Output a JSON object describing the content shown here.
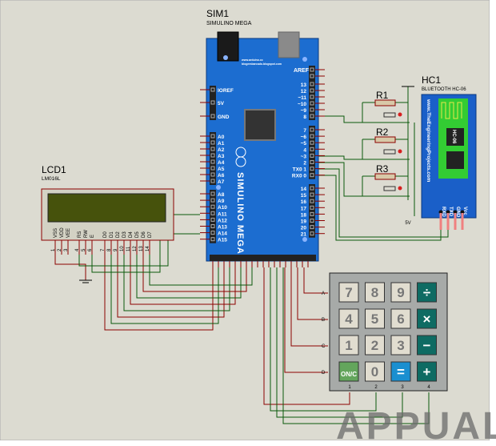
{
  "board": {
    "ref": "SIM1",
    "model": "SIMULINO MEGA",
    "url1": "www.arduino.cc",
    "url2": "blogembarcado.blogspot.com",
    "logo_text": "SIMULINO MEGA",
    "aref": "AREF",
    "power_pins": [
      "IOREF",
      "5V",
      "GND"
    ],
    "pins_pwm": [
      "13",
      "12",
      "~11",
      "~10",
      "~9",
      "8"
    ],
    "pins_digital": [
      "7",
      "~6",
      "~5",
      "4",
      "~3",
      "2",
      "TX0 1",
      "RX0 0"
    ],
    "pins_comm": [
      "14",
      "15",
      "16",
      "17",
      "18",
      "19",
      "20",
      "21"
    ],
    "analog_a": [
      "A0",
      "A1",
      "A2",
      "A3",
      "A4",
      "A5",
      "A6",
      "A7"
    ],
    "analog_b": [
      "A8",
      "A9",
      "A10",
      "A11",
      "A12",
      "A13",
      "A14",
      "A15"
    ]
  },
  "lcd": {
    "ref": "LCD1",
    "model": "LM016L",
    "pin_names": [
      "VSS",
      "VDD",
      "VEE",
      "RS",
      "RW",
      "E",
      "D0",
      "D1",
      "D2",
      "D3",
      "D4",
      "D5",
      "D6",
      "D7"
    ],
    "pin_numbers": [
      "1",
      "2",
      "3",
      "4",
      "5",
      "6",
      "7",
      "8",
      "9",
      "10",
      "11",
      "12",
      "13",
      "14"
    ]
  },
  "bluetooth": {
    "ref": "HC1",
    "model": "BLUETOOTH HC-06",
    "side_text": "www.TheEngineeringProjects.com",
    "chip": "HC-06",
    "pins": [
      "RXD",
      "TXD",
      "GND",
      "Vcc"
    ]
  },
  "resistors": [
    "R1",
    "R2",
    "R3"
  ],
  "power_label": "5V",
  "keypad": {
    "rows": [
      "A",
      "B",
      "C",
      "D"
    ],
    "cols": [
      "1",
      "2",
      "3",
      "4"
    ],
    "keys": [
      [
        "7",
        "8",
        "9",
        "÷"
      ],
      [
        "4",
        "5",
        "6",
        "×"
      ],
      [
        "1",
        "2",
        "3",
        "−"
      ],
      [
        "ON/C",
        "0",
        "=",
        "+"
      ]
    ]
  },
  "watermark": "APPUALS",
  "colors": {
    "board": "#1c6dd0",
    "wire_red": "#8b0000",
    "wire_green": "#0a5a0a",
    "bt_board": "#1a5fc8",
    "key_teal": "#0e6b63",
    "key_blue": "#1a8fd0",
    "key_green": "#63a55c"
  }
}
